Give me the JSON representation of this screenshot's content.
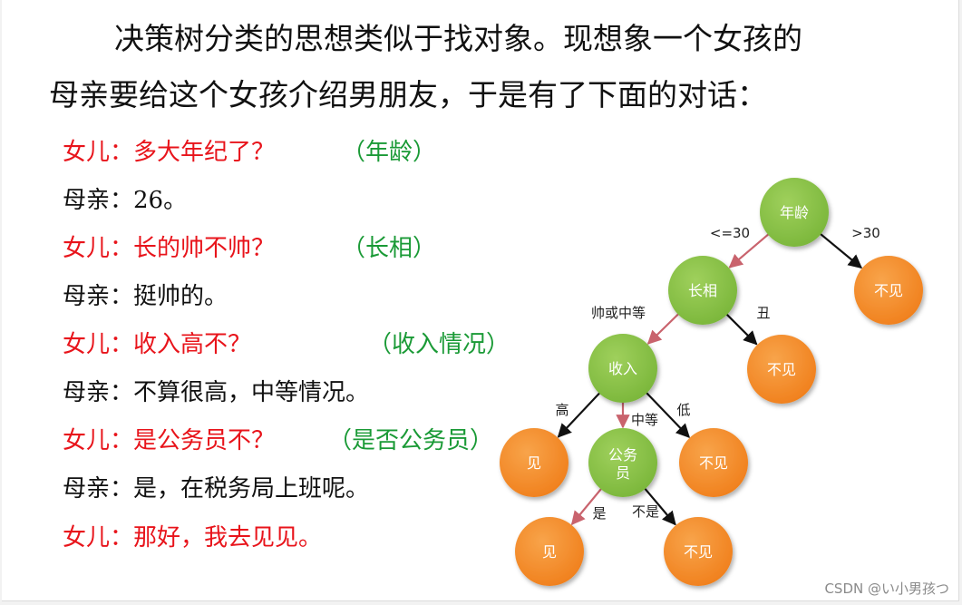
{
  "intro": {
    "line1": "决策树分类的思想类似于找对象。现想象一个女孩的",
    "line2": "母亲要给这个女孩介绍男朋友，于是有了下面的对话："
  },
  "dialogue": [
    {
      "speaker": "daughter",
      "text": "女儿：多大年纪了？",
      "note": "（年龄）"
    },
    {
      "speaker": "mother",
      "text": "母亲：26。"
    },
    {
      "speaker": "daughter",
      "text": "女儿：长的帅不帅？",
      "note": "（长相）"
    },
    {
      "speaker": "mother",
      "text": "母亲：挺帅的。"
    },
    {
      "speaker": "daughter",
      "text": "女儿：收入高不？",
      "note": "（收入情况）"
    },
    {
      "speaker": "mother",
      "text": "母亲：不算很高，中等情况。"
    },
    {
      "speaker": "daughter",
      "text": "女儿：是公务员不？",
      "note": "（是否公务员）"
    },
    {
      "speaker": "mother",
      "text": "母亲：是，在税务局上班呢。"
    },
    {
      "speaker": "daughter",
      "text": "女儿：那好，我去见见。"
    }
  ],
  "colors": {
    "daughter": "#e8141b",
    "mother": "#111111",
    "note": "#1a9a36",
    "decision_node": "#7ab63a",
    "leaf_node": "#f07f1c",
    "chosen_edge": "#c9636d",
    "other_edge": "#111111"
  },
  "tree": {
    "nodes": [
      {
        "id": "age",
        "label": "年龄",
        "kind": "decision"
      },
      {
        "id": "looks",
        "label": "长相",
        "kind": "decision"
      },
      {
        "id": "no1",
        "label": "不见",
        "kind": "leaf"
      },
      {
        "id": "income",
        "label": "收入",
        "kind": "decision"
      },
      {
        "id": "no2",
        "label": "不见",
        "kind": "leaf"
      },
      {
        "id": "yes1",
        "label": "见",
        "kind": "leaf"
      },
      {
        "id": "civil",
        "label": "公务员",
        "kind": "decision"
      },
      {
        "id": "no3",
        "label": "不见",
        "kind": "leaf"
      },
      {
        "id": "yes2",
        "label": "见",
        "kind": "leaf"
      },
      {
        "id": "no4",
        "label": "不见",
        "kind": "leaf"
      }
    ],
    "edges": [
      {
        "from": "age",
        "to": "looks",
        "label": "<=30",
        "chosen": true
      },
      {
        "from": "age",
        "to": "no1",
        "label": ">30",
        "chosen": false
      },
      {
        "from": "looks",
        "to": "income",
        "label": "帅或中等",
        "chosen": true
      },
      {
        "from": "looks",
        "to": "no2",
        "label": "丑",
        "chosen": false
      },
      {
        "from": "income",
        "to": "yes1",
        "label": "高",
        "chosen": false
      },
      {
        "from": "income",
        "to": "civil",
        "label": "中等",
        "chosen": true
      },
      {
        "from": "income",
        "to": "no3",
        "label": "低",
        "chosen": false
      },
      {
        "from": "civil",
        "to": "yes2",
        "label": "是",
        "chosen": true
      },
      {
        "from": "civil",
        "to": "no4",
        "label": "不是",
        "chosen": false
      }
    ]
  },
  "watermark": "CSDN @い小男孩つ"
}
